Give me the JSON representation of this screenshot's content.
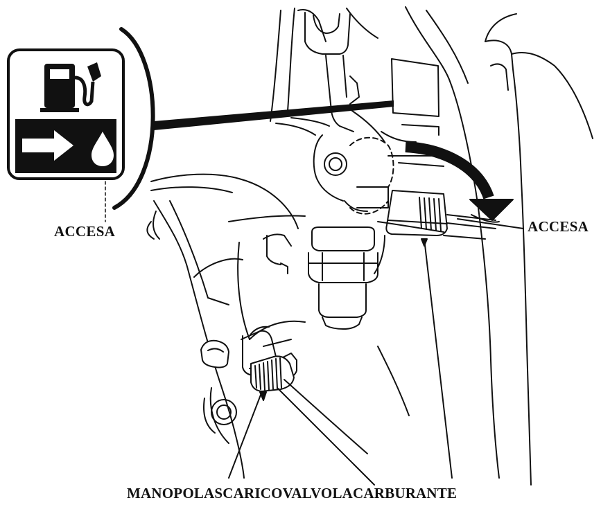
{
  "labels": {
    "symbol_position": "ACCESA",
    "lever_position": "ACCESA",
    "knob": "MANOPOLASCARICOVALVOLACARBURANTE"
  },
  "icons": {
    "fuel_symbol": "fuel-pump-on-icon",
    "lever_arrow": "curved-arrow-icon"
  },
  "colors": {
    "line": "#111111",
    "fill_dark": "#1a1a1a",
    "background": "#ffffff"
  }
}
